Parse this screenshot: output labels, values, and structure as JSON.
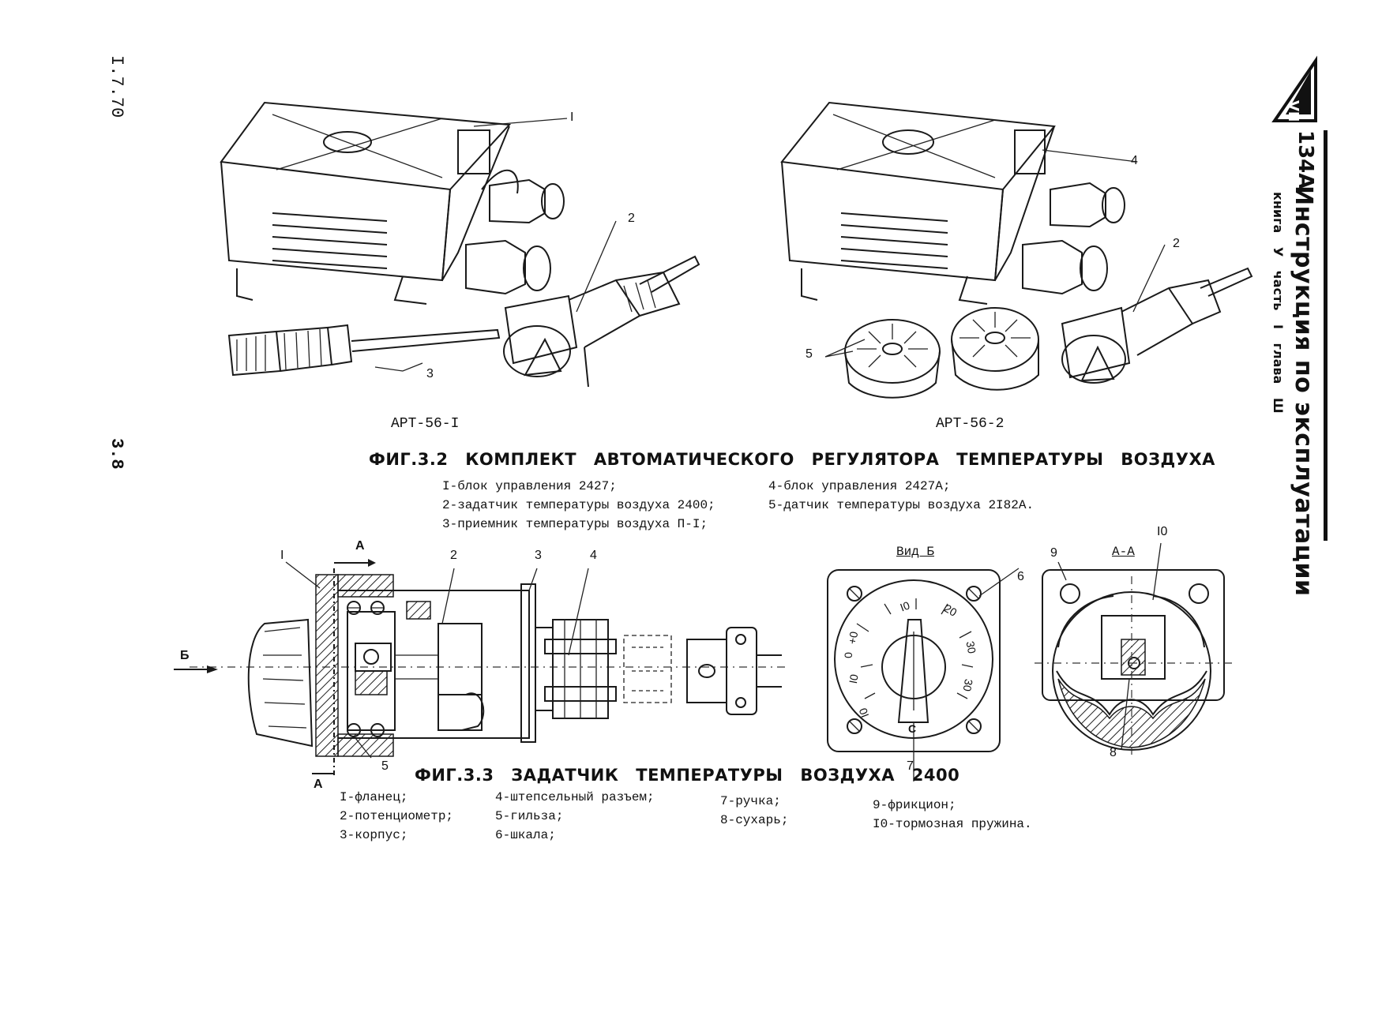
{
  "header": {
    "code": "134А",
    "title": "Инструкция по эксплуатации",
    "subtitle": "книга У   часть I   глава Ш",
    "logo": "triangle-logo-icon"
  },
  "margin": {
    "date": "I.7.70",
    "page": "3.8"
  },
  "fig32": {
    "left_label": "АРТ-56-I",
    "right_label": "АРТ-56-2",
    "title": "ФИГ.3.2 КОМПЛЕКТ АВТОМАТИЧЕСКОГО РЕГУЛЯТОРА ТЕМПЕРАТУРЫ ВОЗДУХА",
    "legend_left": [
      "I-блок управления 2427;",
      "2-задатчик температуры воздуха 2400;",
      "3-приемник температуры воздуха П-I;"
    ],
    "legend_right": [
      "4-блок управления 2427А;",
      "5-датчик температуры воздуха 2I82А."
    ],
    "callouts": [
      "I",
      "2",
      "3",
      "4",
      "2",
      "5"
    ]
  },
  "fig33": {
    "title": "ФИГ.3.3 ЗАДАТЧИК ТЕМПЕРАТУРЫ ВОЗДУХА 2400",
    "view_b": "Вид Б",
    "section_aa": "А-А",
    "legend_col1": [
      "I-фланец;",
      "2-потенциометр;",
      "3-корпус;"
    ],
    "legend_col2": [
      "4-штепсельный разъем;",
      "5-гильза;",
      "6-шкала;"
    ],
    "legend_col3": [
      "7-ручка;",
      "8-сухарь;"
    ],
    "legend_col4": [
      "9-фрикцион;",
      "I0-тормозная пружина."
    ],
    "callouts": {
      "c1": "I",
      "c2": "2",
      "c3": "3",
      "c4": "4",
      "c5": "5",
      "c6": "6",
      "c7": "7",
      "c8": "8",
      "c9": "9",
      "c10": "I0",
      "arrow_b": "Б",
      "sec_a_top": "А",
      "sec_a_bottom": "А"
    },
    "dial": {
      "ticks": [
        "I0",
        "0",
        "+0",
        "I0",
        "20",
        "30",
        "30",
        "I0"
      ],
      "center_letter": "С"
    }
  }
}
